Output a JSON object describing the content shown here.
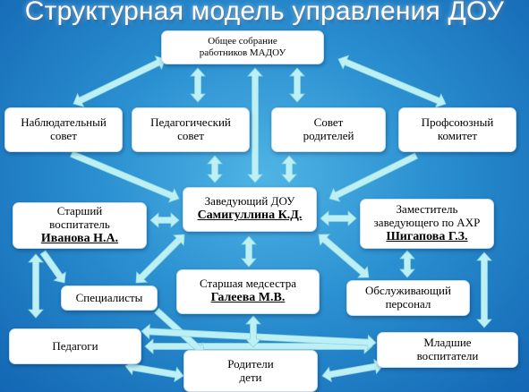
{
  "title": "Структурная модель управления ДОУ",
  "nodes": {
    "general_meeting": {
      "line1": "Общее собрание",
      "line2": "работников МАДОУ"
    },
    "supervisory": {
      "line1": "Наблюдательный",
      "line2": "совет"
    },
    "pedagogical": {
      "line1": "Педагогический",
      "line2": "совет"
    },
    "parents_council": {
      "line1": "Совет",
      "line2": "родителей"
    },
    "union": {
      "line1": "Профсоюзный",
      "line2": "комитет"
    },
    "head": {
      "label": "Заведующий ДОУ",
      "name": "Самигуллина К.Д."
    },
    "senior_teacher": {
      "line1": "Старший",
      "line2": "воспитатель",
      "name": "Иванова Н.А."
    },
    "deputy": {
      "line1": "Заместитель",
      "line2": "заведующего по АХР",
      "name": "Шигапова Г.З."
    },
    "specialists": {
      "label": "Специалисты"
    },
    "nurse": {
      "label": "Старшая медсестра",
      "name": "Галеева М.В."
    },
    "service_staff": {
      "line1": "Обслуживающий",
      "line2": "персонал"
    },
    "teachers": {
      "label": "Педагоги"
    },
    "parents_children": {
      "line1": "Родители",
      "line2": "дети"
    },
    "junior_teachers": {
      "line1": "Младшие",
      "line2": "воспитатели"
    }
  },
  "colors": {
    "arrow_fill": "#bdf0f4",
    "arrow_stroke": "#8fd5df",
    "box_bg": "#ffffff"
  }
}
